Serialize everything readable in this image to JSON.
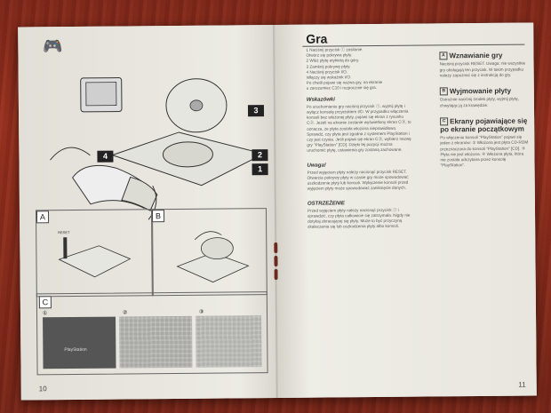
{
  "left_page": {
    "page_number": "10",
    "callouts": [
      "3",
      "4",
      "2",
      "1"
    ],
    "panel_labels": [
      "A",
      "B",
      "C"
    ],
    "reset_label": "RESET",
    "steps": [
      "①",
      "②",
      "③"
    ],
    "screen_brand": "PlayStation"
  },
  "right_page": {
    "page_number": "11",
    "title": "Gra",
    "steps": [
      "1 Naciśnij przycisk ⓘ zasilanie.",
      "   Otwórz się pokrywa płyty.",
      "2 Włóż płytę etykietą do góry.",
      "3 Zamknij pokrywę płyty.",
      "4 Naciśnij przycisk I/⏻.",
      "   Włączy się wskaźnik I/⏻.",
      "   Po chwili pojawi się nazwa gry, na ekranie",
      "   u zarozumiec C10 i rozpocznie się gra."
    ],
    "notes_heading": "Wskazówki",
    "notes": "Po uruchomieniu gry naciśnij przycisk ⓘ, wyjmij płytę i wyłącz konsolę przyciskiem I/⏻. W przypadku włączenia konsoli bez włożonej płyty, pojawi się ekran z rysunku C②. Jeżeli na ekranie zostanie wyświetlony ekran C③, to oznacza, że płyta została włożona nieprawidłowo. Sprawdź, czy płyta jest zgodna z systemem PlayStation i czy jest czysta. Jeśli pojawi się ekran C③, wybierz nazwę gry \"PlayStation\" [CD]. Dzięki tej pozycji można uruchomić płytę, ustawienia gry zostaną zachowane.",
    "caution_heading": "Uwaga!",
    "caution": "Przed wyjęciem płyty należy nacisnąć przycisk RESET. Otwarcie pokrywy płyty w czasie gry może spowodować uszkodzenie płyty lub konsoli. Wyłączenie konsoli przed wyjęciem płyty może spowodować zaniknięcie danych.",
    "warning_heading": "OSTRZEŻENIE",
    "warning": "Przed wyjęciem płyty należy nacisnąć przycisk ⓘ i sprawdzić, czy płyta całkowicie się zatrzymała. Nigdy nie dotykaj obracającej się płyty. Może to być przyczyną skaleczenia się lub uszkodzenia płyty albo konsoli.",
    "sections": [
      {
        "tag": "A",
        "title": "Wznawianie gry",
        "body": "Naciśnij przycisk RESET. Uwaga: nie wszystkie gry obsługują ten przycisk. W takim przypadku należy zapoznać się z instrukcją do gry."
      },
      {
        "tag": "B",
        "title": "Wyjmowanie płyty",
        "body": "Ostrożnie naciśnij środek płyty, wyjmij płytę, chwytając ją za krawędzie."
      },
      {
        "tag": "C",
        "title": "Ekrany pojawiające się po ekranie początkowym",
        "body": "Po włączeniu konsoli \"PlayStation\" pojawi się jeden z ekranów: ② Włożona jest płyta CD-ROM przeznaczona do konsoli \"PlayStation\" [CD]. ③ Płyta nie jest włożona. ④ Włożona płyta, która nie została odczytana przez konsolę \"PlayStation\"."
      }
    ]
  }
}
